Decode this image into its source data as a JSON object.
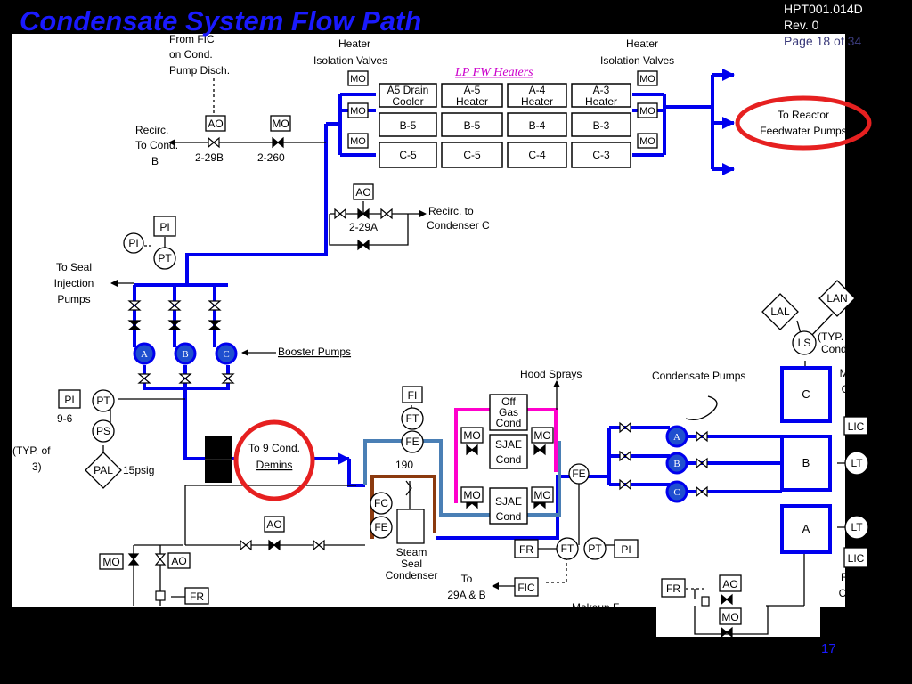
{
  "slide": {
    "title": "Condensate System Flow Path",
    "doc_id": "HPT001.014D",
    "revision": "Rev. 0",
    "page": "Page 18 of 34",
    "slide_number": "17"
  },
  "colors": {
    "main_line": "#0000ee",
    "steel_line": "#4a7fb5",
    "magenta_line": "#ff00cc",
    "brown_line": "#8b3a0f",
    "highlight_circle": "#e62020",
    "title_color": "#1a1aff",
    "pump_fill": "#1f4fcf"
  },
  "labels": {
    "from_fic": "From FIC",
    "on_cond": "on Cond.",
    "pump_disch": "Pump Disch.",
    "heater_isolation_left_1": "Heater",
    "heater_isolation_left_2": "Isolation Valves",
    "heater_isolation_right_1": "Heater",
    "heater_isolation_right_2": "Isolation Valves",
    "lp_fw_heaters": "LP FW Heaters",
    "to_reactor_1": "To Reactor",
    "to_reactor_2": "Feedwater Pumps",
    "recirc_b_1": "Recirc.",
    "recirc_b_2": "To Cond.",
    "recirc_b_3": "B",
    "recirc_c_1": "Recirc. to",
    "recirc_c_2": "Condenser C",
    "to_seal_1": "To Seal",
    "to_seal_2": "Injection",
    "to_seal_3": "Pumps",
    "booster_pumps": "Booster Pumps",
    "hood_sprays": "Hood Sprays",
    "condensate_pumps": "Condensate Pumps",
    "to_9_cond": "To 9 Cond.",
    "demins": "Demins",
    "typ_of": "(TYP. of",
    "typ_3": "3)",
    "psig": "15psig",
    "pi_tag_num": "9-6",
    "steam_seal_1": "Steam",
    "steam_seal_2": "Seal",
    "steam_seal_3": "Condenser",
    "to_29ab_1": "To",
    "to_29ab_2": "29A & B",
    "makeup_ctrl_1": "Makeup",
    "makeup_ctrl_2": "Control",
    "reject_ctrl_1": "Reject",
    "reject_ctrl_2": "Control",
    "typ_bc_1": "(TYP. of B&C",
    "typ_bc_2": "Condensers)",
    "flow_190": "190",
    "makeup_cut": "Makeup F"
  },
  "heaters": {
    "row_a": [
      "A5 Drain Cooler",
      "A-5 Heater",
      "A-4 Heater",
      "A-3 Heater"
    ],
    "row_b": [
      "B-5",
      "B-5",
      "B-4",
      "B-3"
    ],
    "row_c": [
      "C-5",
      "C-5",
      "C-4",
      "C-3"
    ]
  },
  "valves": {
    "v_229b": "2-29B",
    "v_2260": "2-260",
    "v_229a": "2-29A"
  },
  "instruments": {
    "ao": "AO",
    "mo": "MO",
    "pi": "PI",
    "pt": "PT",
    "ps": "PS",
    "pal": "PAL",
    "fi": "FI",
    "ft": "FT",
    "fc": "FC",
    "fe": "FE",
    "fr": "FR",
    "fic": "FIC",
    "la_l": "LAL",
    "la_n": "LAN",
    "ls": "LS",
    "lic": "LIC",
    "lt": "LT"
  },
  "equipment": {
    "off_gas_cond": "Off Gas Cond",
    "sjae_cond": "SJAE Cond",
    "condensers": [
      "C",
      "B",
      "A"
    ],
    "pumps": [
      "A",
      "B",
      "C"
    ]
  }
}
